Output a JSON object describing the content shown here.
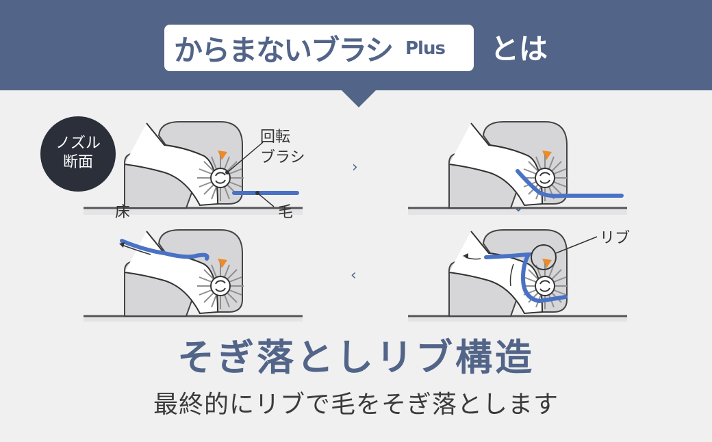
{
  "header": {
    "brand_name": "からまないブラシ",
    "brand_suffix": "Plus",
    "title_suffix": "とは"
  },
  "diagram": {
    "badge_line1": "ノズル",
    "badge_line2": "断面",
    "label_rotating_brush": "回転\nブラシ",
    "label_rotating_brush_line1": "回転",
    "label_rotating_brush_line2": "ブラシ",
    "label_floor": "床",
    "label_hair": "毛",
    "label_rib": "リブ",
    "arrow_right": "›",
    "arrow_down": "⌄",
    "arrow_left": "‹"
  },
  "headline": "そぎ落としリブ構造",
  "subline": "最終的にリブで毛をそぎ落とします",
  "colors": {
    "banner": "#526588",
    "hair": "#4a72c4",
    "orange": "#f08a24",
    "gray": "#d6d6d8"
  }
}
